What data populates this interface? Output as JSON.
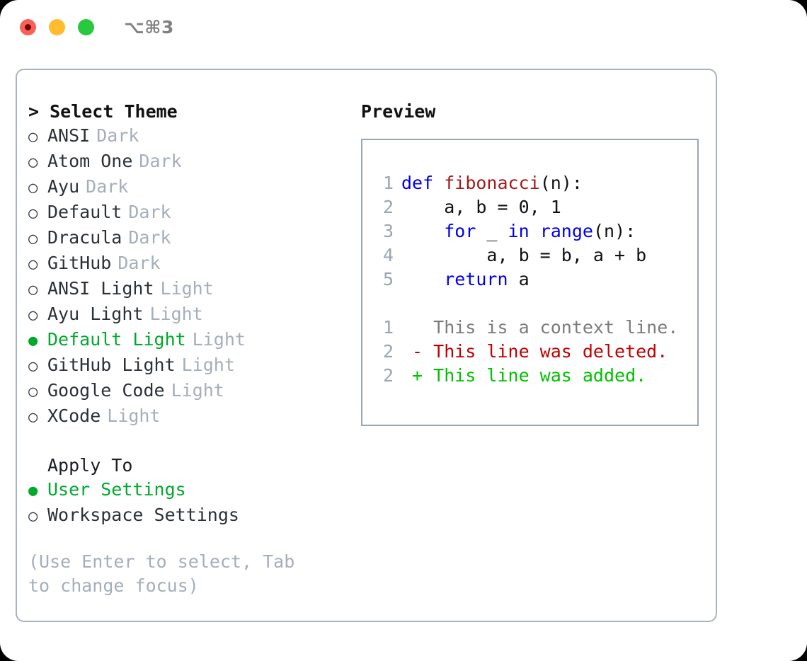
{
  "titlebar": {
    "shortcut": "⌥⌘3",
    "lights": [
      "close-red",
      "minimize-yellow",
      "zoom-green"
    ]
  },
  "left": {
    "header": "> Select Theme",
    "themes": [
      {
        "marker": "○",
        "selected": false,
        "name": "ANSI",
        "tag": "Dark"
      },
      {
        "marker": "○",
        "selected": false,
        "name": "Atom One",
        "tag": "Dark"
      },
      {
        "marker": "○",
        "selected": false,
        "name": "Ayu",
        "tag": "Dark"
      },
      {
        "marker": "○",
        "selected": false,
        "name": "Default",
        "tag": "Dark"
      },
      {
        "marker": "○",
        "selected": false,
        "name": "Dracula",
        "tag": "Dark"
      },
      {
        "marker": "○",
        "selected": false,
        "name": "GitHub",
        "tag": "Dark"
      },
      {
        "marker": "○",
        "selected": false,
        "name": "ANSI Light",
        "tag": "Light"
      },
      {
        "marker": "○",
        "selected": false,
        "name": "Ayu Light",
        "tag": "Light"
      },
      {
        "marker": "●",
        "selected": true,
        "name": "Default Light",
        "tag": "Light"
      },
      {
        "marker": "○",
        "selected": false,
        "name": "GitHub Light",
        "tag": "Light"
      },
      {
        "marker": "○",
        "selected": false,
        "name": "Google Code",
        "tag": "Light"
      },
      {
        "marker": "○",
        "selected": false,
        "name": "XCode",
        "tag": "Light"
      }
    ],
    "apply_to_header": "Apply To",
    "apply_to": [
      {
        "marker": "●",
        "selected": true,
        "name": "User Settings"
      },
      {
        "marker": "○",
        "selected": false,
        "name": "Workspace Settings"
      }
    ],
    "hint": "(Use Enter to select, Tab to change focus)"
  },
  "preview": {
    "title": "Preview",
    "code_lines": [
      {
        "no": "1",
        "tokens": [
          {
            "t": "def",
            "c": "kw"
          },
          {
            "t": " ",
            "c": "plain"
          },
          {
            "t": "fibonacci",
            "c": "fn"
          },
          {
            "t": "(n):",
            "c": "plain"
          }
        ]
      },
      {
        "no": "2",
        "tokens": [
          {
            "t": "    a, b = 0, 1",
            "c": "plain"
          }
        ]
      },
      {
        "no": "3",
        "tokens": [
          {
            "t": "    ",
            "c": "plain"
          },
          {
            "t": "for",
            "c": "kw"
          },
          {
            "t": " _ ",
            "c": "plain"
          },
          {
            "t": "in",
            "c": "kw"
          },
          {
            "t": " ",
            "c": "plain"
          },
          {
            "t": "range",
            "c": "kw"
          },
          {
            "t": "(n):",
            "c": "plain"
          }
        ]
      },
      {
        "no": "4",
        "tokens": [
          {
            "t": "        a, b = b, a + b",
            "c": "plain"
          }
        ]
      },
      {
        "no": "5",
        "tokens": [
          {
            "t": "    ",
            "c": "plain"
          },
          {
            "t": "return",
            "c": "kw"
          },
          {
            "t": " a",
            "c": "plain"
          }
        ]
      }
    ],
    "diff_lines": [
      {
        "no": "1",
        "text": "   This is a context line.",
        "kind": "diff-ctx"
      },
      {
        "no": "2",
        "text": " - This line was deleted.",
        "kind": "diff-del"
      },
      {
        "no": "2",
        "text": " + This line was added.",
        "kind": "diff-add"
      }
    ]
  },
  "colors": {
    "accent_green": "#00a92e",
    "muted": "#a5aebb",
    "keyword_blue": "#0000ee",
    "function_red": "#a51a1a",
    "diff_delete": "#c00000",
    "diff_add": "#00c000",
    "border": "#aab3c0"
  }
}
